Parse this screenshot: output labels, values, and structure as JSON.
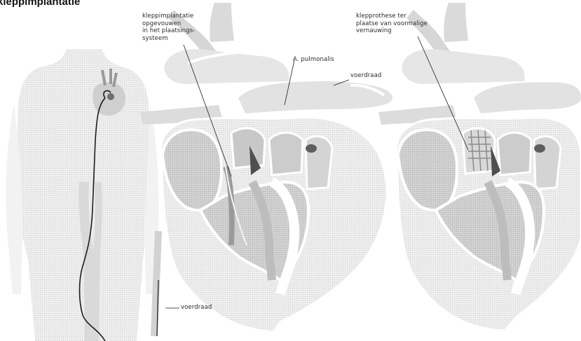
{
  "title": "kleppimplantatie",
  "labels": {
    "folded_valve": [
      "kleppimplantatie",
      "opgevouwen",
      "in het plaatsings-",
      "systeem"
    ],
    "pulmonary_artery": "A. pulmonalis",
    "guidewire_top": "voerdraad",
    "guidewire_bottom": "voerdraad",
    "placed_valve": [
      "klepprothese ter",
      "plaatse van voormalige",
      "vernauwing"
    ]
  },
  "colors": {
    "body": "#ececec",
    "heart_light": "#e0e0e0",
    "heart_mid": "#c4c4c4",
    "heart_dark": "#7e7e7e",
    "outline": "#ffffff",
    "wire": "#1c1c1c"
  }
}
